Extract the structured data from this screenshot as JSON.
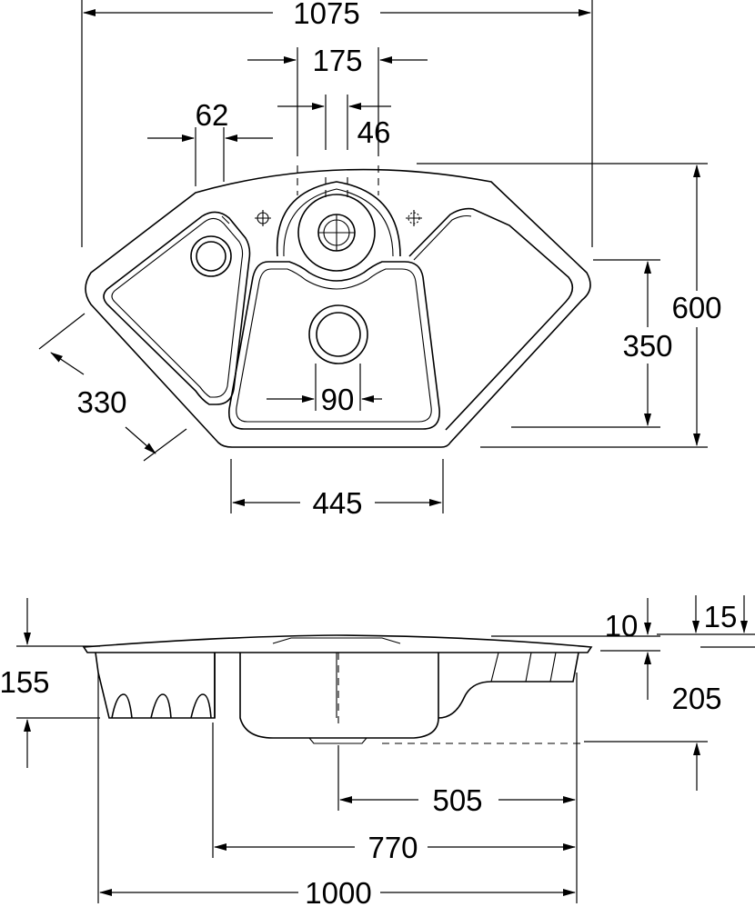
{
  "top_view": {
    "dim_overall_width": "1075",
    "dim_drain_spacing": "175",
    "dim_tap_hole_62": "62",
    "dim_46": "46",
    "dim_overall_depth": "600",
    "dim_bowl_depth": "350",
    "dim_side_bowl": "330",
    "dim_drain_90": "90",
    "dim_bowl_width": "445"
  },
  "side_view": {
    "dim_10": "10",
    "dim_15": "15",
    "dim_155": "155",
    "dim_205": "205",
    "dim_505": "505",
    "dim_770": "770",
    "dim_1000": "1000"
  }
}
